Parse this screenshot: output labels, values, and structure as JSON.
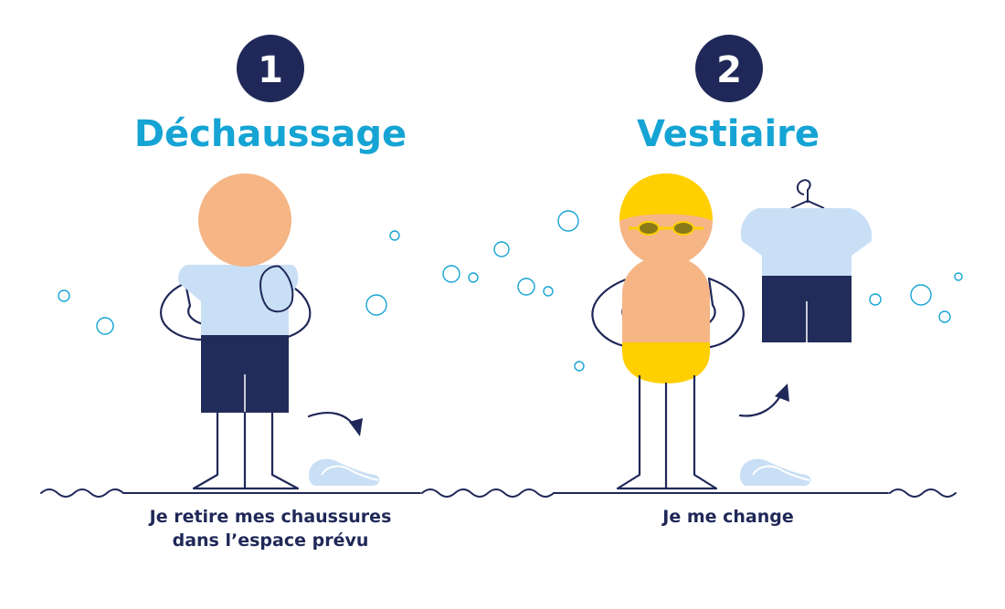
{
  "steps": [
    {
      "number": "1",
      "title": "Déchaussage",
      "caption_line1": "Je retire mes chaussures",
      "caption_line2": "dans l’espace prévu"
    },
    {
      "number": "2",
      "title": "Vestiaire",
      "caption_line1": "Je me change",
      "caption_line2": ""
    }
  ],
  "colors": {
    "navy": "#1f2858",
    "title_blue": "#15a4d4",
    "skin": "#f5b585",
    "shirt": "#c9dff5",
    "shorts": "#222c5a",
    "cap": "#ffcf00",
    "bubble": "#15a4d4"
  }
}
